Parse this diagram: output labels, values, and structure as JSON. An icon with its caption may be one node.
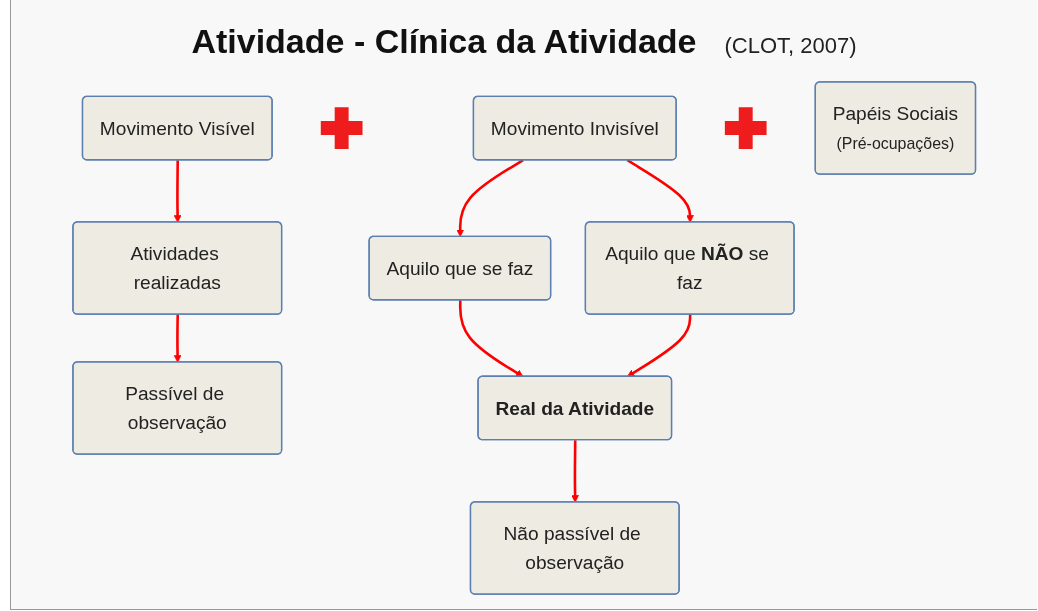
{
  "diagram": {
    "title": "Atividade - Clínica da Atividade",
    "nodes": [
      {
        "text": [
          "Movimento Visível"
        ]
      },
      {
        "text": [],
        "shape": "plus"
      },
      {
        "text": [
          "Movimento Invisível"
        ]
      },
      {
        "text": [],
        "shape": "plus"
      },
      {
        "text": [
          "Papéis Sociais",
          "(Pré-ocupações)"
        ]
      },
      {
        "text": [
          "Atividades realizadas"
        ]
      },
      {
        "text": [
          "Aquilo que se faz"
        ]
      },
      {
        "text": [
          "Aquilo que **NÃO** se faz"
        ]
      },
      {
        "text": [
          "Passível de observação"
        ]
      },
      {
        "text": [
          "Real da Atividade"
        ]
      },
      {
        "text": [
          "Não passível de observação"
        ]
      }
    ],
    "edges": [
      {
        "from": 0,
        "to": 5,
        "arrow": "to",
        "color": "#ff0000"
      },
      {
        "from": 5,
        "to": 8,
        "arrow": "to",
        "color": "#ff0000"
      },
      {
        "from": 2,
        "to": 6,
        "arrow": "to",
        "color": "#ff0000"
      },
      {
        "from": 2,
        "to": 7,
        "arrow": "to",
        "color": "#ff0000"
      },
      {
        "from": 6,
        "to": 9,
        "arrow": "to",
        "color": "#ff0000"
      },
      {
        "from": 7,
        "to": 9,
        "arrow": "to",
        "color": "#ff0000"
      },
      {
        "from": 9,
        "to": 10,
        "arrow": "to",
        "color": "#ff0000"
      }
    ],
    "labels": [
      "(CLOT, 2007)"
    ]
  }
}
